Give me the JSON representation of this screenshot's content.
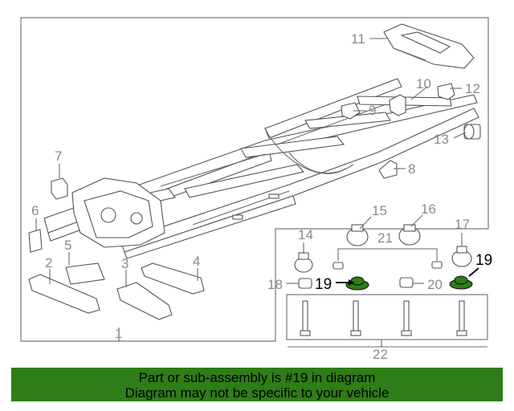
{
  "diagram": {
    "callouts": {
      "c1": "1",
      "c2": "2",
      "c3": "3",
      "c4": "4",
      "c5": "5",
      "c6": "6",
      "c7": "7",
      "c8": "8",
      "c9": "9",
      "c10": "10",
      "c11": "11",
      "c12": "12",
      "c13": "13",
      "c14": "14",
      "c15": "15",
      "c16": "16",
      "c17": "17",
      "c18": "18",
      "c19a": "19",
      "c19b": "19",
      "c20": "20",
      "c21": "21",
      "c22": "22"
    },
    "highlight_color": "#2e7d16"
  },
  "banner": {
    "line1": "Part or sub-assembly is #19 in diagram",
    "line2": "Diagram may not be specific to your vehicle",
    "background": "#2e7d16"
  }
}
